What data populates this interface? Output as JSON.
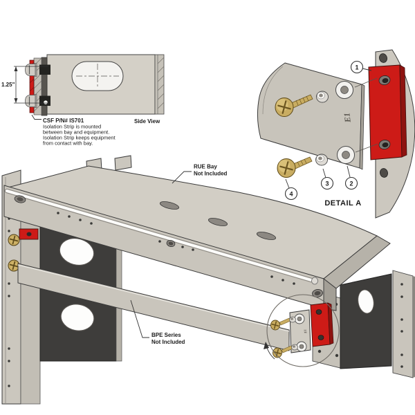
{
  "side_view": {
    "dimension": "1.25\"",
    "part_number": "CSF P/N# IS701",
    "note1": "Isolation Strip is mounted",
    "note2": "between bay and equipment.",
    "note3": "Isolation Strip keeps equipment",
    "note4": "from contact with bay.",
    "view_label": "Side View"
  },
  "detail_a": {
    "title": "DETAIL A",
    "marking": "E1",
    "b1": "1",
    "b2": "2",
    "b3": "3",
    "b4": "4"
  },
  "labels": {
    "rue1": "RUE Bay",
    "rue2": "Not Included",
    "bpe1": "BPE Series",
    "bpe2": "Not Included"
  },
  "colors": {
    "red": "#CD1B17",
    "red_side": "#8E1310",
    "brass": "#C9AD62",
    "panel_gray": "#CDC9C0",
    "dark_panel": "#3E3D3B"
  }
}
